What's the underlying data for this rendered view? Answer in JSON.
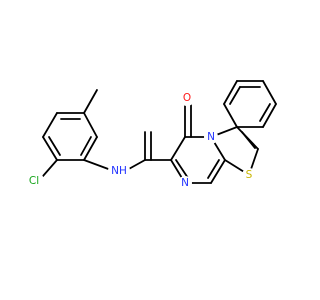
{
  "molecule": {
    "atoms": {
      "chlorine": {
        "label": "Cl",
        "color": "#15a51a"
      },
      "amide_nitrogen": {
        "label": "NH",
        "color": "#2233ff"
      },
      "carbonyl_oxygen": {
        "label": "O",
        "color": "#ff1a1a"
      },
      "bridgehead_nitrogen": {
        "label": "N",
        "color": "#2233ff"
      },
      "ring_nitrogen": {
        "label": "N",
        "color": "#2233ff"
      },
      "sulfur": {
        "label": "S",
        "color": "#c9b600"
      }
    }
  }
}
